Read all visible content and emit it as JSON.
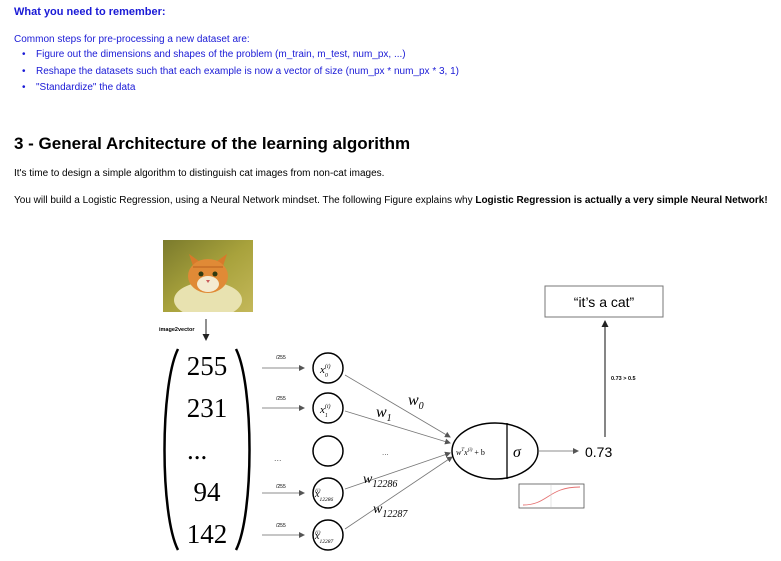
{
  "remember": {
    "heading": "What you need to remember:",
    "intro": "Common steps for pre-processing a new dataset are:",
    "items": [
      "Figure out the dimensions and shapes of the problem (m_train, m_test, num_px, ...)",
      "Reshape the datasets such that each example is now a vector of size (num_px * num_px * 3, 1)",
      "\"Standardize\" the data"
    ]
  },
  "section": {
    "title": "3 - General Architecture of the learning algorithm",
    "p1": "It's time to design a simple algorithm to distinguish cat images from non-cat images.",
    "p2_plain": "You will build a Logistic Regression, using a Neural Network mindset. The following Figure explains why ",
    "p2_bold": "Logistic Regression is actually a very simple Neural Network!"
  },
  "figure": {
    "image2vector_label": "image2vector",
    "pixel_values": [
      "255",
      "231",
      "...",
      "94",
      "142"
    ],
    "divide_labels": [
      "/255",
      "/255",
      "/255",
      "/255"
    ],
    "dots": "...",
    "inputs": [
      {
        "base": "x",
        "sup": "(i)",
        "sub": "0"
      },
      {
        "base": "x",
        "sup": "(i)",
        "sub": "1"
      },
      {
        "base": "",
        "sup": "",
        "sub": ""
      },
      {
        "base": "x",
        "sup": "(i)",
        "sub": "12286"
      },
      {
        "base": "x",
        "sup": "(i)",
        "sub": "12287"
      }
    ],
    "weights": [
      {
        "base": "w",
        "sub": "0"
      },
      {
        "base": "w",
        "sub": "1"
      },
      {
        "base": "",
        "sub": "..."
      },
      {
        "base": "w",
        "sub": "12286"
      },
      {
        "base": "w",
        "sub": "12287"
      }
    ],
    "neuron_linear": {
      "w": "w",
      "t": "T",
      "x": "x",
      "sup": "(i)",
      "rest": " + b"
    },
    "neuron_activation": "σ",
    "output_value": "0.73",
    "threshold_label": "0.73 > 0.5",
    "prediction": "“it’s a cat”",
    "colors": {
      "text_blue": "#1a1ad6",
      "sigmoid_curve": "#e57373"
    }
  }
}
